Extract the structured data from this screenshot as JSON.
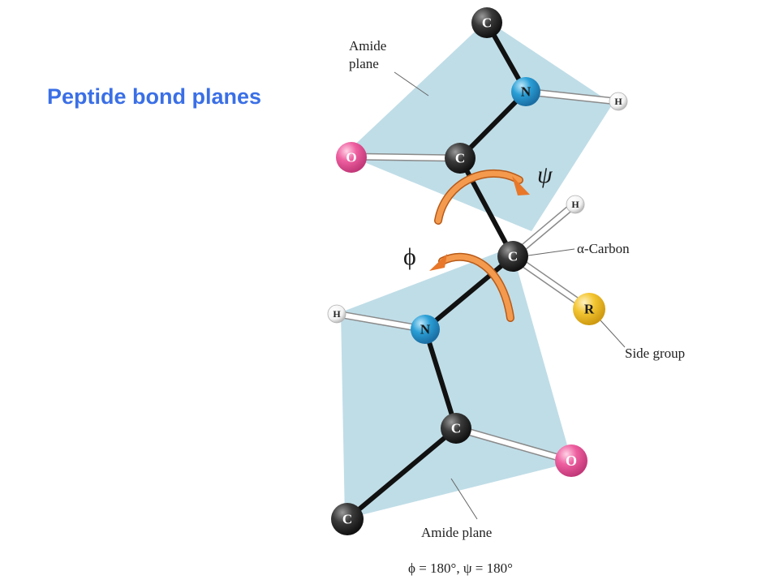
{
  "title": "Peptide bond planes",
  "labels": {
    "amide_plane_top": [
      "Amide",
      "plane"
    ],
    "amide_plane_bottom": "Amide plane",
    "alpha_carbon": "α-Carbon",
    "side_group": "Side group",
    "psi": "ψ",
    "phi": "ϕ",
    "caption": "ϕ = 180°, ψ = 180°"
  },
  "atoms": {
    "c_top": "C",
    "n_top": "N",
    "h_top": "H",
    "o_top": "O",
    "c_carbonyl_top": "C",
    "h_alpha": "H",
    "c_alpha": "C",
    "r_group": "R",
    "h_bottom": "H",
    "n_bottom": "N",
    "c_carbonyl_bottom": "C",
    "o_bottom": "O",
    "c_bottom": "C"
  },
  "colors": {
    "title": "#3a6fe6",
    "plane": "#b9dbe6",
    "carbon": "#2b2b2b",
    "nitrogen": "#2a9fd6",
    "oxygen": "#ee5fa0",
    "hydrogen": "#ffffff",
    "r_group": "#f4c633",
    "rotation_arrow": "#f08a3a"
  }
}
